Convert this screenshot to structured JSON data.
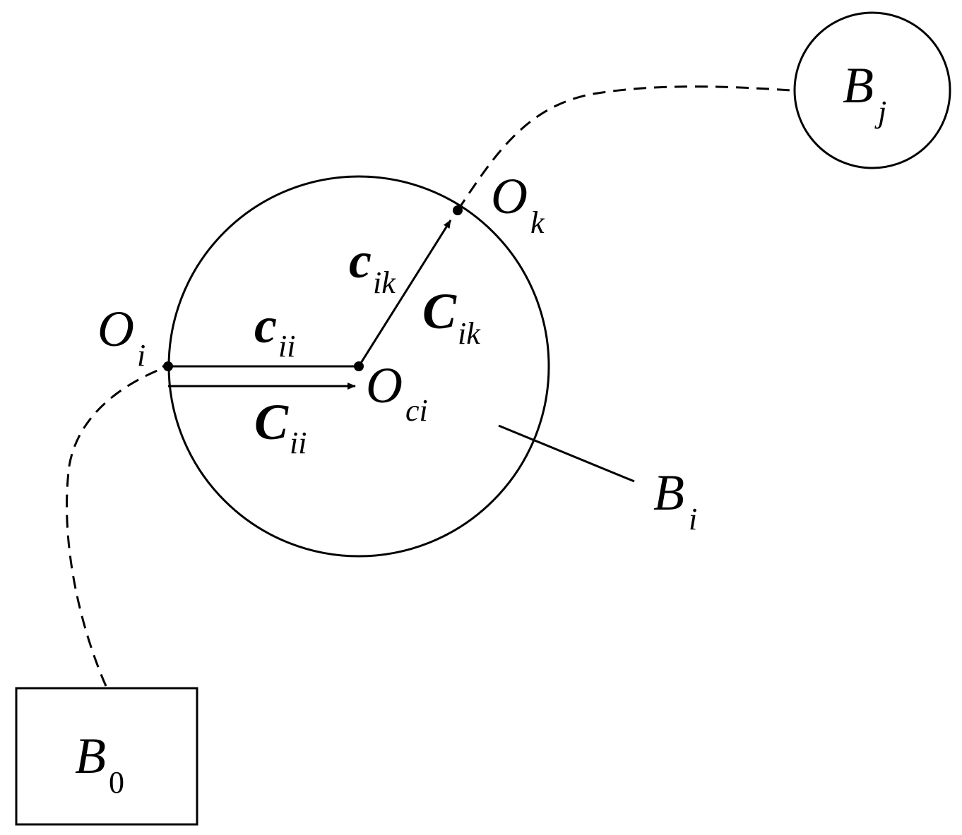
{
  "diagram": {
    "bodies": {
      "b0": {
        "base": "B",
        "sub": "0"
      },
      "bi": {
        "base": "B",
        "sub": "i"
      },
      "bj": {
        "base": "B",
        "sub": "j"
      }
    },
    "points": {
      "oi": {
        "base": "O",
        "sub": "i"
      },
      "ok": {
        "base": "O",
        "sub": "k"
      },
      "oci": {
        "base": "O",
        "sub": "ci"
      }
    },
    "vectors": {
      "c_ik_lower": {
        "base": "c",
        "sub": "ik"
      },
      "c_ik_upper": {
        "base": "C",
        "sub": "ik"
      },
      "c_ii_lower": {
        "base": "c",
        "sub": "ii"
      },
      "c_ii_upper": {
        "base": "C",
        "sub": "ii"
      }
    },
    "colors": {
      "stroke": "#000000",
      "background": "#ffffff"
    }
  }
}
